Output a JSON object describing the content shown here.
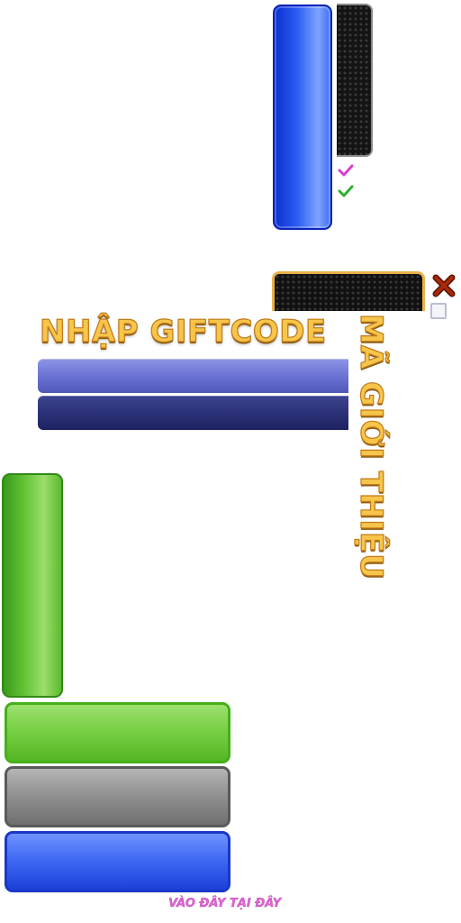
{
  "titles": {
    "giftcode": "NHẬP GIFTCODE",
    "referral": "MÃ GIỚI THIỆU"
  },
  "link": {
    "text": "VÀO ĐÂY TẠI ĐÂY"
  },
  "icons": {
    "check_primary": "check-icon",
    "check_secondary": "check-icon",
    "close": "close-icon",
    "checkbox": "checkbox-unchecked"
  },
  "colors": {
    "gold_title": "#f6c54a",
    "blue_button": "#2a5cf2",
    "green_button": "#62c234",
    "gray_button": "#8f8f8f",
    "check_pink": "#d63fd2",
    "check_green": "#2fb12f",
    "close_red": "#8b1a00",
    "link_pink": "#e064d4"
  }
}
